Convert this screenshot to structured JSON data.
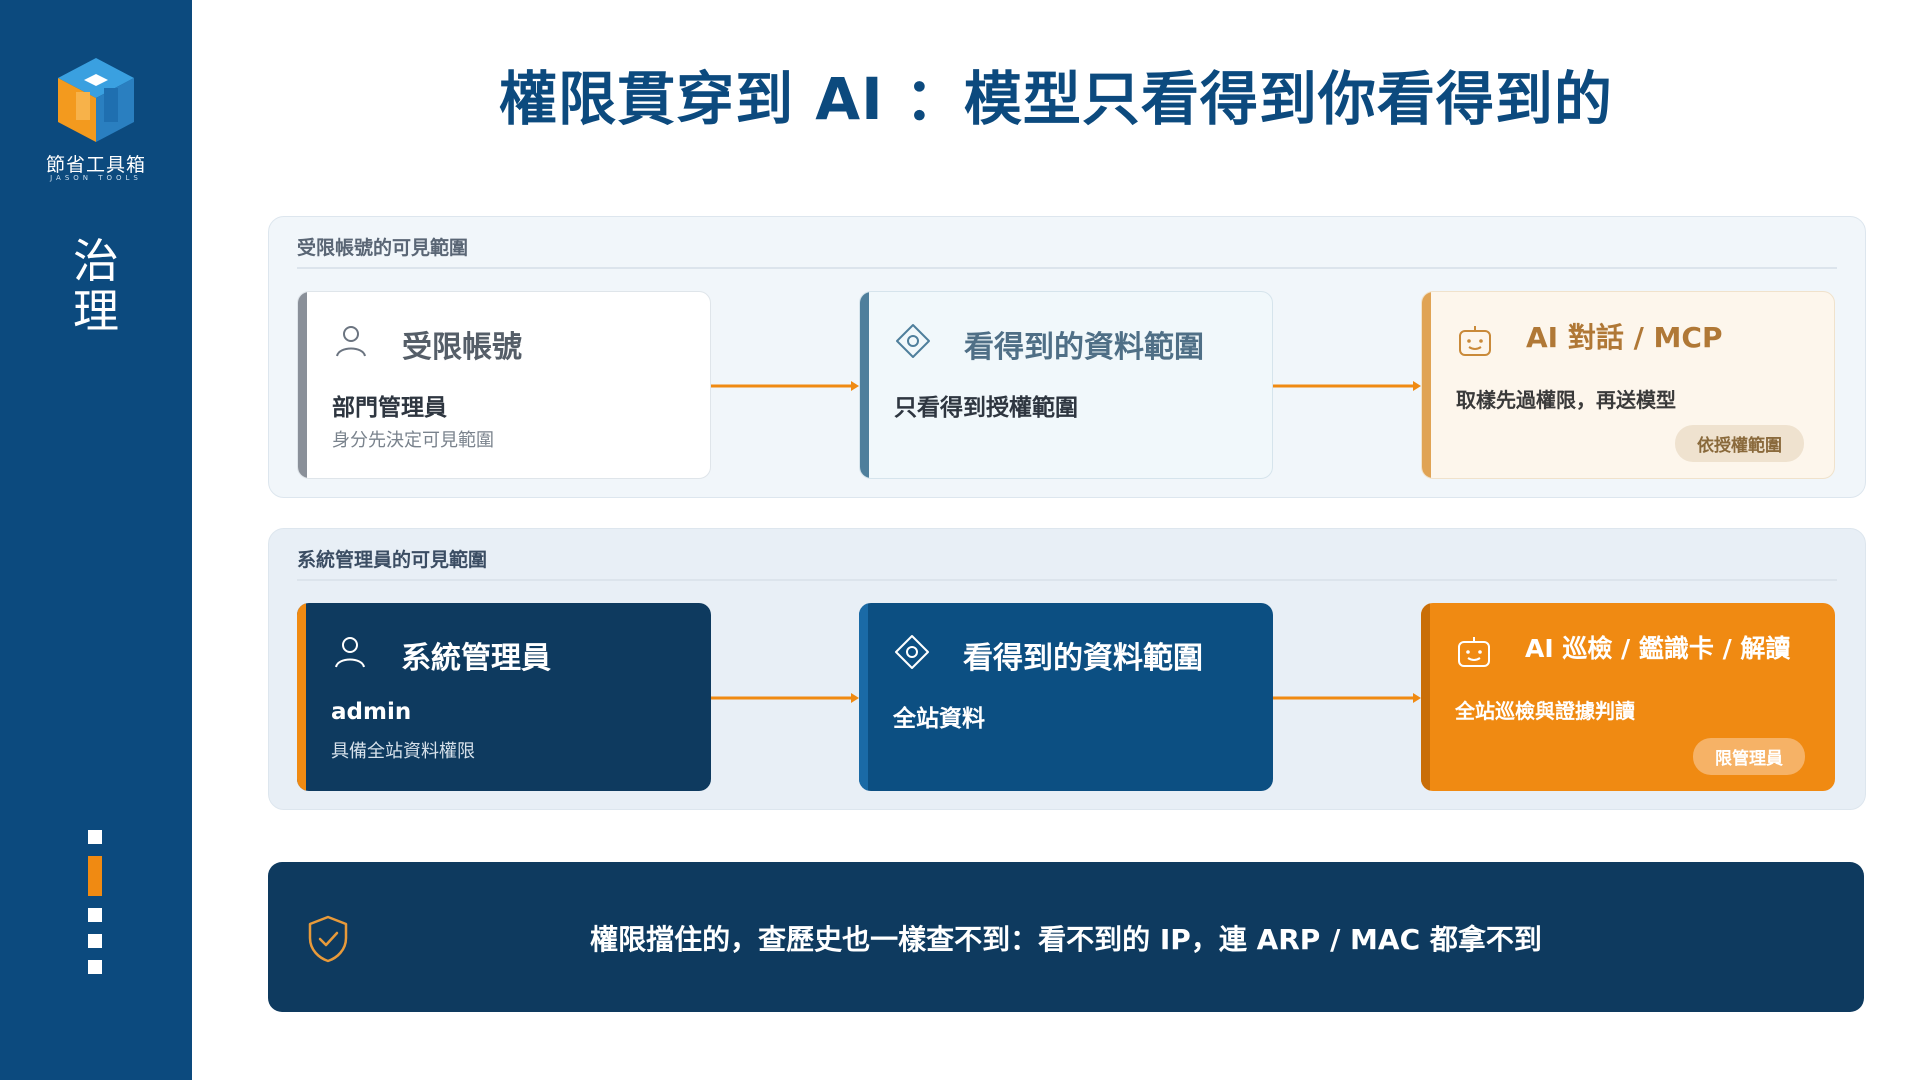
{
  "sidebar": {
    "logo_text": "節省工具箱",
    "logo_sub": "JASON TOOLS",
    "section_label": "治\n理",
    "pager": {
      "total": 5,
      "active": 2
    }
  },
  "title": "權限貫穿到 AI ：模型只看得到你看得到的",
  "colors": {
    "brand_blue": "#0c4a7e",
    "accent_orange": "#f08a12",
    "dark_navy": "#0e3a5f"
  },
  "rows": [
    {
      "label": "受限帳號的可見範圍",
      "cards": [
        {
          "icon": "user-icon",
          "title": "受限帳號",
          "main": "部門管理員",
          "sub": "身分先決定可見範圍"
        },
        {
          "icon": "eye-scope-icon",
          "title": "看得到的資料範圍",
          "main": "只看得到授權範圍"
        },
        {
          "icon": "robot-icon",
          "title": "AI 對話 / MCP",
          "main": "取樣先過權限，再送模型",
          "badge": "依授權範圍"
        }
      ]
    },
    {
      "label": "系統管理員的可見範圍",
      "cards": [
        {
          "icon": "user-icon",
          "title": "系統管理員",
          "main": "admin",
          "sub": "具備全站資料權限"
        },
        {
          "icon": "eye-scope-icon",
          "title": "看得到的資料範圍",
          "main": "全站資料"
        },
        {
          "icon": "robot-icon",
          "title": "AI 巡檢 / 鑑識卡 / 解讀",
          "main": "全站巡檢與證據判讀",
          "badge": "限管理員"
        }
      ]
    }
  ],
  "banner": {
    "icon": "shield-check-icon",
    "text": "權限擋住的，查歷史也一樣查不到：看不到的 IP，連 ARP / MAC 都拿不到"
  }
}
